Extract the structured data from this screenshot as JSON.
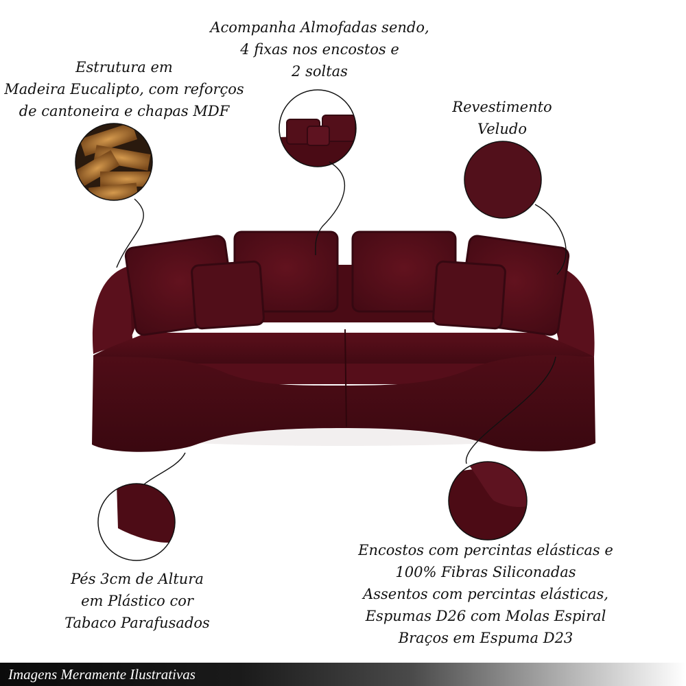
{
  "annotations": {
    "pillows": [
      "Acompanha Almofadas sendo,",
      "4 fixas nos encostos e",
      "2 soltas"
    ],
    "frame": [
      "Estrutura em",
      "Madeira Eucalipto, com reforços",
      "de cantoneira e chapas MDF"
    ],
    "fabric": [
      "Revestimento",
      "Veludo"
    ],
    "feet": [
      "Pés 3cm de Altura",
      "em Plástico cor",
      "Tabaco Parafusados"
    ],
    "filling": [
      "Encostos com percintas elásticas e",
      "100% Fibras Siliconadas",
      "Assentos com percintas elásticas,",
      "Espumas D26 com Molas Espiral",
      "Braços em Espuma D23"
    ]
  },
  "footer": {
    "disclaimer": "Imagens Meramente Ilustrativas"
  },
  "colors": {
    "velvet": "#5a0f1a",
    "velvet_dark": "#3a0810",
    "velvet_light": "#6e1622",
    "wood": "#b07a3a"
  }
}
